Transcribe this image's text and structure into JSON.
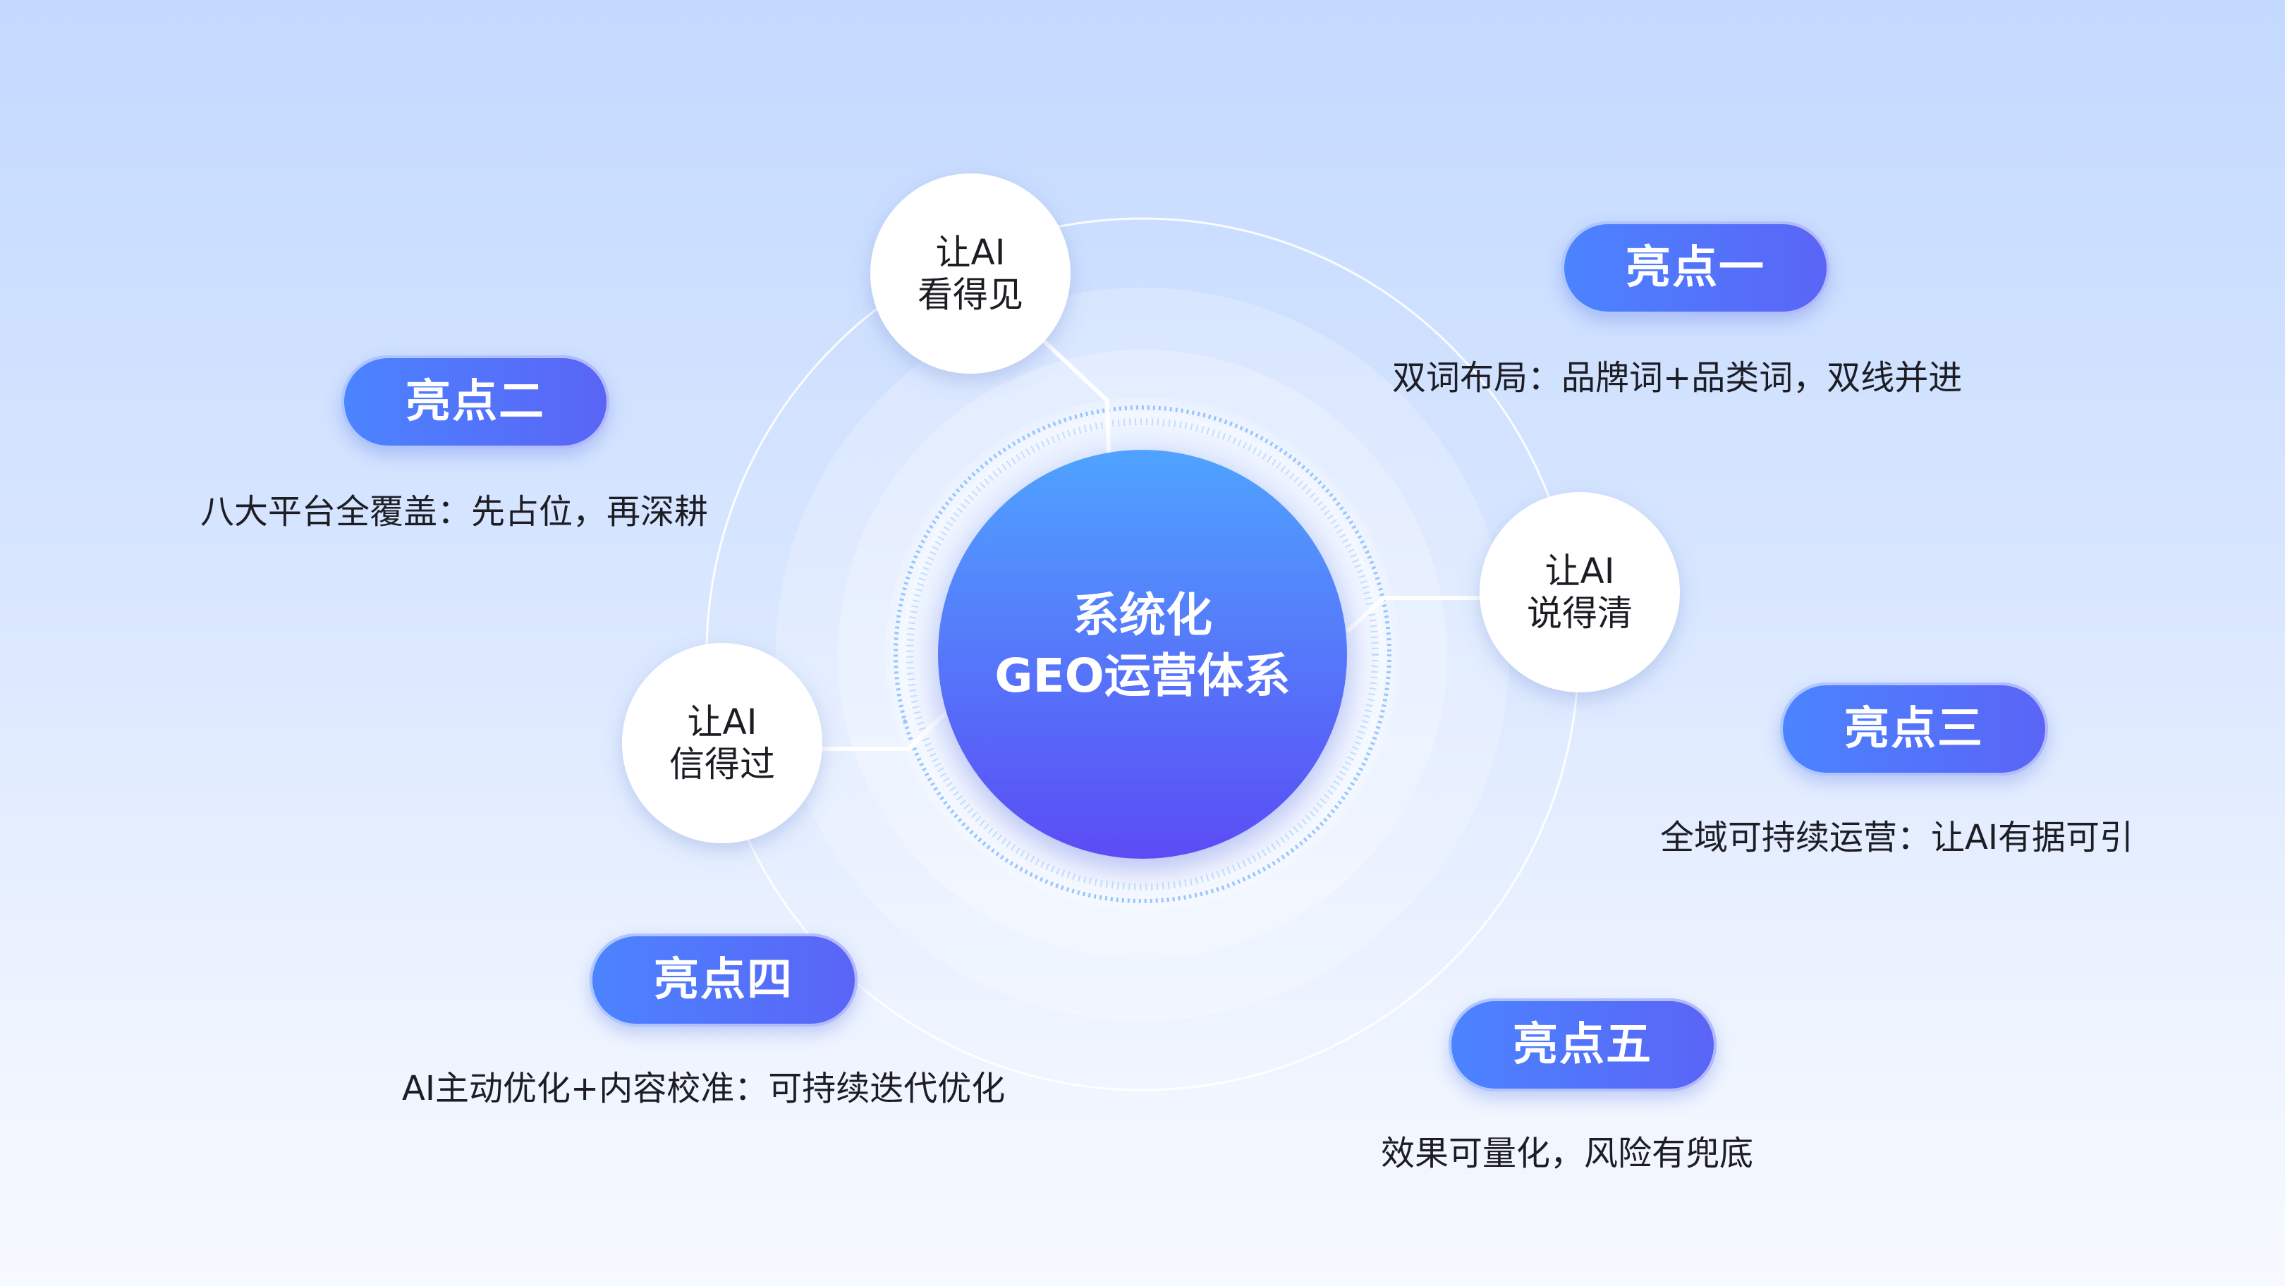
{
  "center": {
    "line1": "系统化",
    "line2": "GEO运营体系",
    "gradient_top": "#4fa3ff",
    "gradient_bottom": "#5b4cf5"
  },
  "nodes": [
    {
      "line1": "让AI",
      "line2": "看得见"
    },
    {
      "line1": "让AI",
      "line2": "说得清"
    },
    {
      "line1": "让AI",
      "line2": "信得过"
    }
  ],
  "highlights": [
    {
      "label": "亮点一",
      "desc": "双词布局：品牌词+品类词，双线并进"
    },
    {
      "label": "亮点二",
      "desc": "八大平台全覆盖：先占位，再深耕"
    },
    {
      "label": "亮点三",
      "desc": "全域可持续运营：让AI有据可引"
    },
    {
      "label": "亮点四",
      "desc": "AI主动优化+内容校准：可持续迭代优化"
    },
    {
      "label": "亮点五",
      "desc": "效果可量化，风险有兜底"
    }
  ],
  "colors": {
    "pill_start": "#4b84ff",
    "pill_end": "#5a64f6",
    "background_top": "#c3d9ff",
    "background_bottom": "#f6f9ff"
  }
}
